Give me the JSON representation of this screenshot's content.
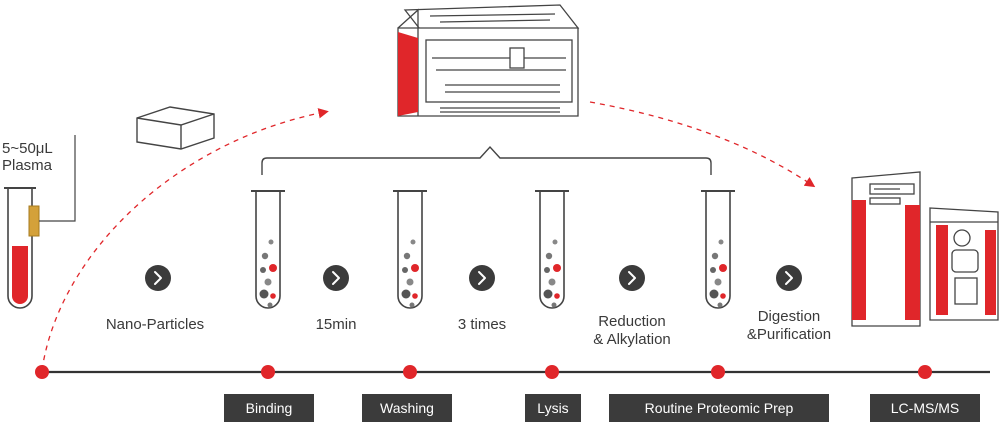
{
  "sample": {
    "line1": "5~50μL",
    "line2": "Plasma"
  },
  "step_labels": [
    "Nano-Particles",
    "15min",
    "3 times",
    "Reduction",
    "& Alkylation",
    "Digestion",
    "&Purification"
  ],
  "stages": [
    "Binding",
    "Washing",
    "Lysis",
    "Routine Proteomic Prep",
    "LC-MS/MS"
  ],
  "colors": {
    "accent": "#e0262a",
    "dark": "#3b3b3b",
    "line": "#333333"
  },
  "icons": [
    "chevron-right-icon",
    "tube-icon",
    "nanoparticle-box-icon",
    "automation-workstation-icon",
    "mass-spectrometer-icon"
  ]
}
